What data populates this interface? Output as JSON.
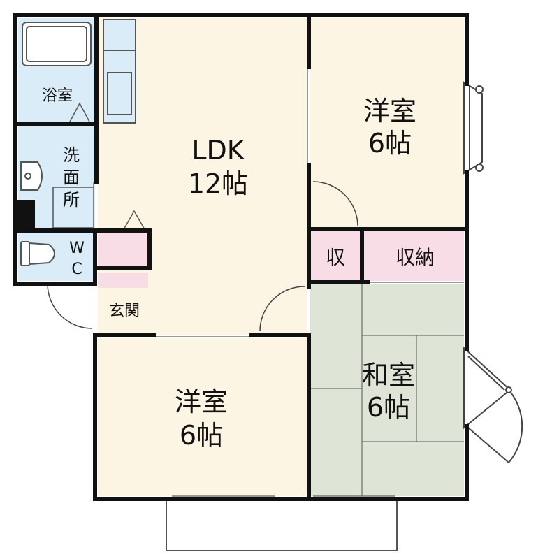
{
  "rooms": {
    "bath": {
      "label": "浴室",
      "color": "#d9ecf7"
    },
    "washroom": {
      "label_lines": [
        "洗",
        "面",
        "所"
      ],
      "color": "#d9ecf7"
    },
    "wc": {
      "label_lines": [
        "W",
        "C"
      ],
      "color": "#d9ecf7"
    },
    "ldk": {
      "name": "LDK",
      "size": "12帖",
      "color": "#fdf5e3"
    },
    "western_1": {
      "name": "洋室",
      "size": "6帖",
      "color": "#fdf5e3"
    },
    "western_2": {
      "name": "洋室",
      "size": "6帖",
      "color": "#fdf5e3"
    },
    "japanese": {
      "name": "和室",
      "size": "6帖",
      "color": "#dfe5d6"
    },
    "entrance": {
      "label": "玄関",
      "color": "#fdf5e3"
    },
    "closet_small": {
      "label": "収",
      "color": "#f8dce6"
    },
    "closet_large": {
      "label": "収納",
      "color": "#f8dce6"
    }
  },
  "colors": {
    "wall": "#111111",
    "line": "#444444",
    "balcony": "#ffffff"
  }
}
